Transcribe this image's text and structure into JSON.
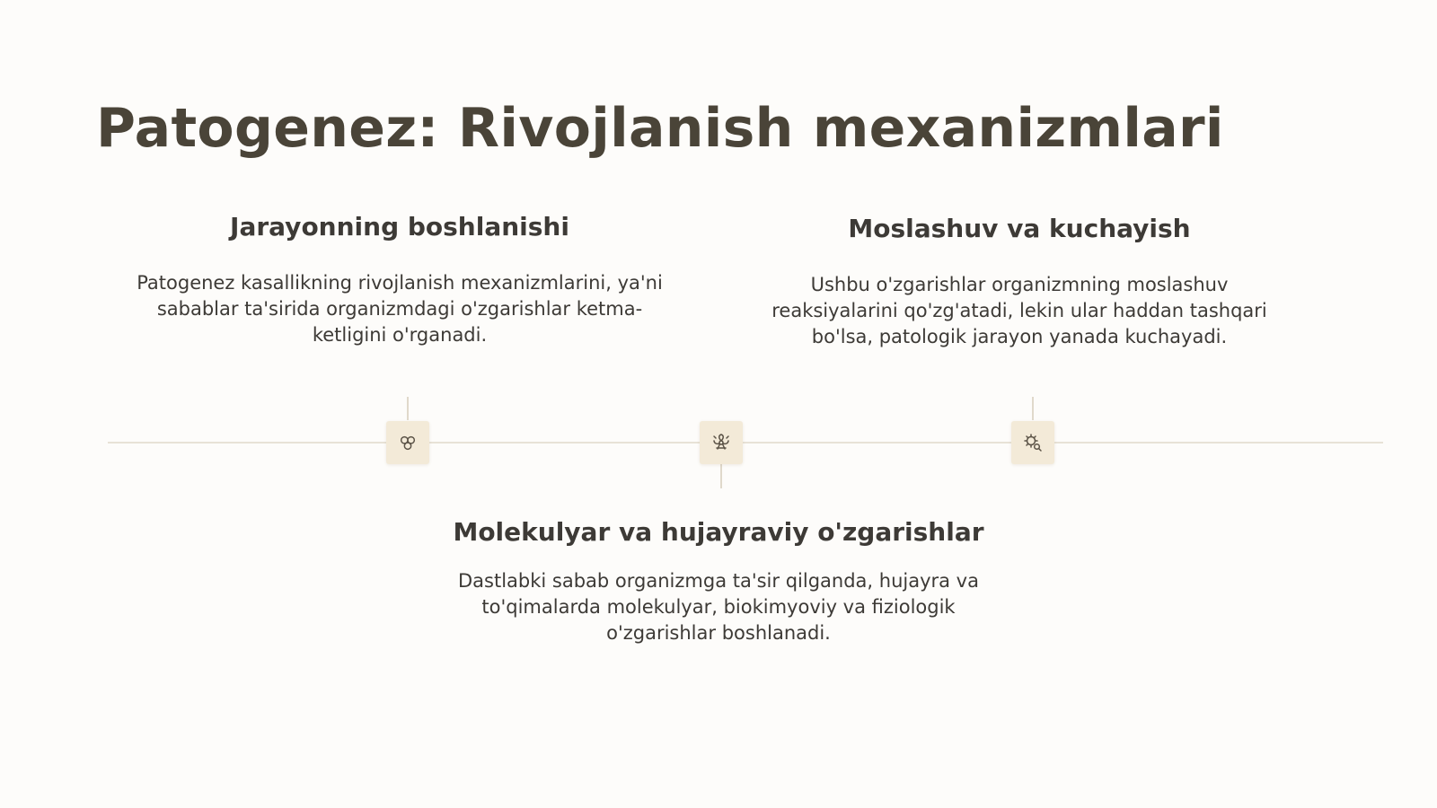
{
  "slide": {
    "title": "Patogenez: Rivojlanish mexanizmlari",
    "steps": [
      {
        "heading": "Jarayonning boshlanishi",
        "text_lines": [
          "Patogenez kasallikning rivojlanish mexanizmlarini, ya'ni",
          "sabablar ta'sirida organizmdagi o'zgarishlar ketma-",
          "ketligini o'rganadi."
        ],
        "icon": "molecule-icon"
      },
      {
        "heading": "Molekulyar va hujayraviy o'zgarishlar",
        "text_lines": [
          "Dastlabki sabab organizmga ta'sir qilganda, hujayra va",
          "to'qimalarda molekulyar, biokimyoviy va fiziologik",
          "o'zgarishlar boshlanadi."
        ],
        "icon": "biohazard-icon"
      },
      {
        "heading": "Moslashuv va kuchayish",
        "text_lines": [
          "Ushbu o'zgarishlar organizmning moslashuv",
          "reaksiyalarini qo'zg'atadi, lekin ular haddan tashqari",
          "bo'lsa, patologik jarayon yanada kuchayadi."
        ],
        "icon": "virus-search-icon"
      }
    ]
  },
  "colors": {
    "background": "#fdfcfa",
    "title": "#4a4438",
    "text": "#3d3a36",
    "timeline": "#e8e2d6",
    "marker": "#f3ead8",
    "icon": "#5a5246"
  }
}
